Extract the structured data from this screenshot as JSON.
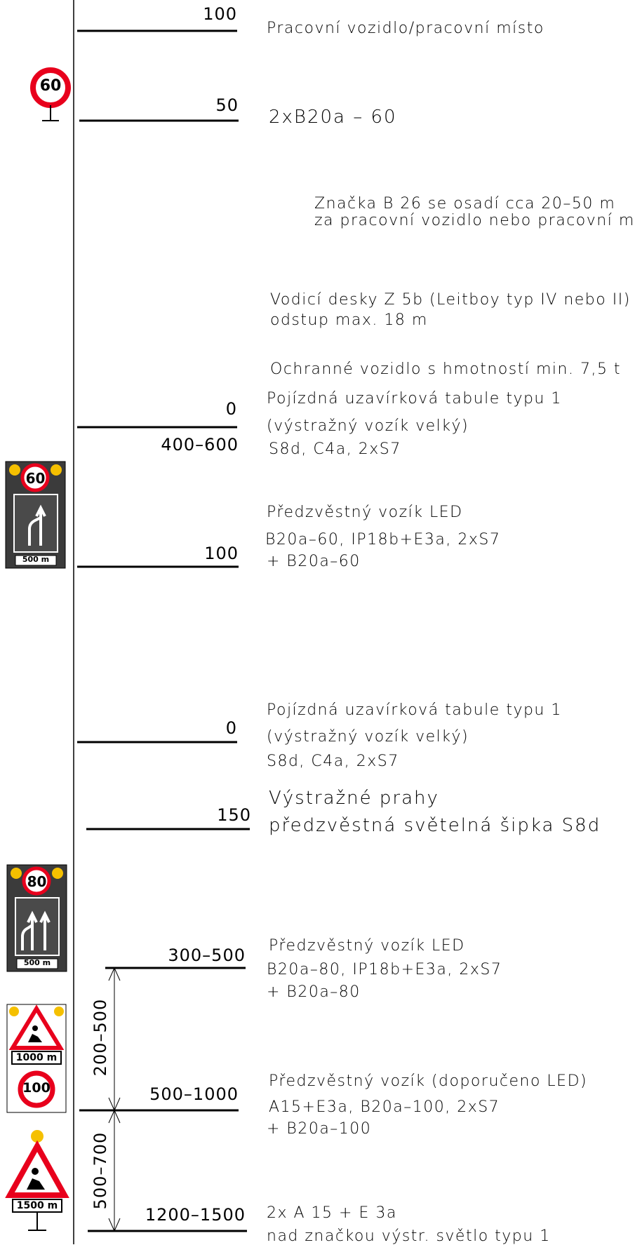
{
  "distances": {
    "d1": "100",
    "d2": "50",
    "d3": "0",
    "d4": "400–600",
    "d5": "100",
    "d6": "0",
    "d7": "150",
    "d8": "300–500",
    "d9": "500–1000",
    "d10": "1200–1500"
  },
  "dimensions": {
    "upper": "200–500",
    "lower": "500–700"
  },
  "notes": {
    "work_vehicle": "Pracovní vozidlo/pracovní místo",
    "speed_signs": "2xB20a – 60",
    "b26_line1": "Značka B 26 se osadí cca 20–50 m",
    "b26_line2": "za pracovní vozidlo nebo pracovní m",
    "guide_line1": "Vodicí desky Z 5b (Leitboy typ IV nebo II)",
    "guide_line2": "odstup max. 18 m",
    "protect": "Ochranné vozidlo s hmotností min. 7,5 t",
    "board1_line1": "Pojízdná uzavírková tabule typu 1",
    "board1_line2": "(výstražný vozík velký)",
    "board1_line3": "S8d, C4a, 2xS7",
    "led1_line1": "Předzvěstný vozík LED",
    "led1_line2": "B20a–60, IP18b+E3a, 2xS7",
    "led1_line3": "+ B20a–60",
    "board2_line1": "Pojízdná uzavírková tabule typu 1",
    "board2_line2": "(výstražný vozík velký)",
    "board2_line3": "S8d, C4a, 2xS7",
    "thresh_line1": "Výstražné prahy",
    "thresh_line2": "předzvěstná světelná šipka S8d",
    "led2_line1": "Předzvěstný vozík LED",
    "led2_line2": "B20a–80, IP18b+E3a, 2xS7",
    "led2_line3": "+ B20a–80",
    "pre_line1": "Předzvěstný vozík (doporučeno LED)",
    "pre_line2": "A15+E3a, B20a–100, 2xS7",
    "pre_line3": "+ B20a–100",
    "final_line1": "2x A 15 + E 3a",
    "final_line2": "nad značkou výstr. světlo typu 1"
  },
  "signs": {
    "speed_60": "60",
    "trailer1_speed": "60",
    "trailer1_plate": "500 m",
    "trailer2_speed": "80",
    "trailer2_plate": "500 m",
    "sign_1000_plate": "1000 m",
    "speed_100": "100",
    "sign_1500_plate": "1500 m"
  },
  "colors": {
    "sign_red": "#e8001c",
    "lamp_yellow": "#f5c000",
    "trailer_dark": "#3b3b3b"
  },
  "icons": [
    "speed-limit-sign-icon",
    "led-trailer-icon",
    "road-works-sign-icon",
    "warning-lamp-icon"
  ]
}
